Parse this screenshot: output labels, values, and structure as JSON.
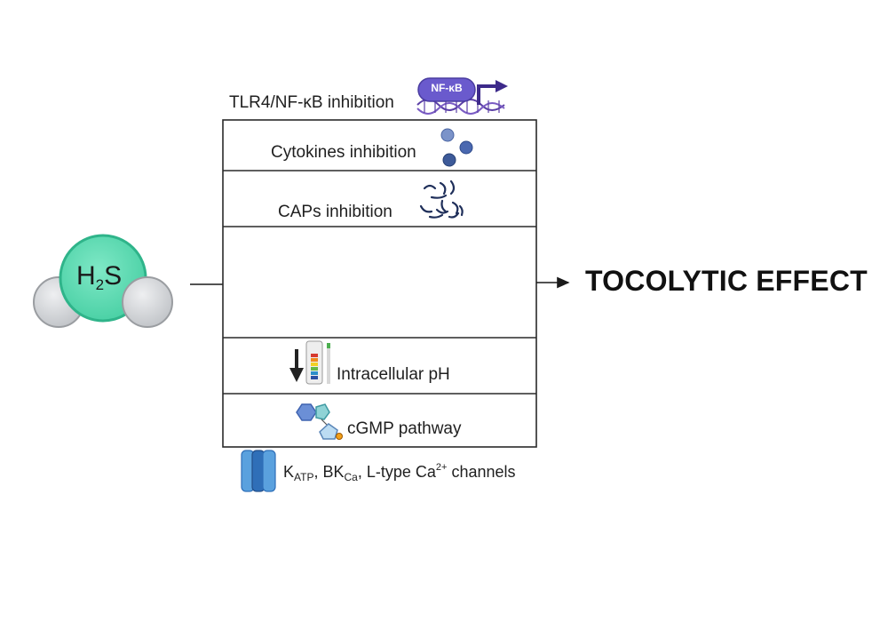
{
  "molecule": {
    "name": "H2S",
    "base": "H",
    "subscript": "2",
    "tail": "S"
  },
  "effect": "TOCOLYTIC EFFECT",
  "top_label": "TLR4/NF-κB inhibition",
  "nfkb_badge": "NF-κB",
  "boxes": {
    "cytokines": "Cytokines inhibition",
    "caps": "CAPs inhibition",
    "ph": "Intracellular pH",
    "cgmp": "cGMP pathway"
  },
  "channels": {
    "k": "K",
    "k_sub": "ATP",
    "bk": "BK",
    "bk_sub": "Ca",
    "rest": ", L-type Ca",
    "ca_sup": "2+",
    "tail": " channels",
    "sep": ", "
  },
  "colors": {
    "h2s_center": "#5fdcb4",
    "h2s_ring": "#2fb48a",
    "hydrogen": "#d4d6d9",
    "nfkb_pill": "#6a5acd",
    "dna": "#5b3fa6",
    "channel": "#4f8fd0",
    "cytokine": "#3d5a99"
  }
}
